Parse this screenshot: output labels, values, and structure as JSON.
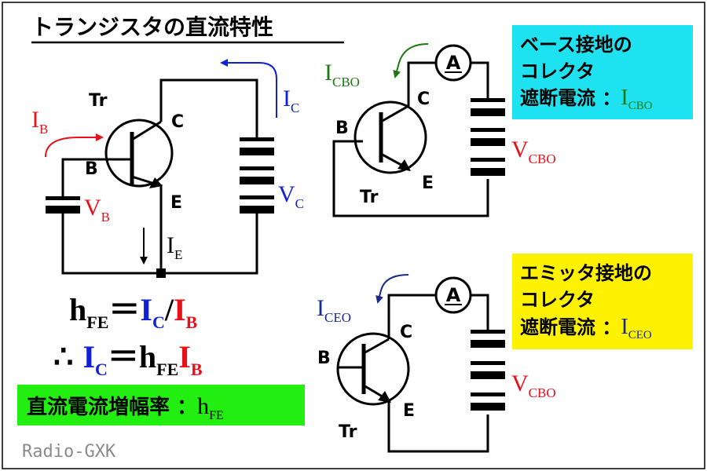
{
  "title": "トランジスタの直流特性",
  "footer": "Radio-GXK",
  "colors": {
    "red": "#e8101a",
    "blue": "#1020d8",
    "green": "#1a7a10",
    "navy": "#1a2a8a",
    "cyan_box": "#1ee2f0",
    "yellow_box": "#fff200",
    "green_box": "#22ee11"
  },
  "circuit_main": {
    "tr": "Tr",
    "c": "C",
    "b": "B",
    "e": "E",
    "ib_main": "I",
    "ib_sub": "B",
    "vb_main": "V",
    "vb_sub": "B",
    "ic_main": "I",
    "ic_sub": "C",
    "vc_main": "V",
    "vc_sub": "C",
    "ie_main": "I",
    "ie_sub": "E"
  },
  "formula": {
    "line1": {
      "h": "h",
      "fe": "FE",
      "eq": "＝",
      "i1": "I",
      "c": "C",
      "slash": "/",
      "i2": "I",
      "b": "B"
    },
    "line2": {
      "therefore": "∴",
      "i1": "I",
      "c": "C",
      "eq": "＝",
      "h": "h",
      "fe": "FE",
      "i2": "I",
      "b": "B"
    }
  },
  "green_box": {
    "label": "直流電流増幅率 ：",
    "h": "h",
    "fe": "FE"
  },
  "cbo": {
    "box_line1": "ベース接地の",
    "box_line2": "コレクタ",
    "box_line3": "遮断電流 ：",
    "box_i": "I",
    "box_sub": "CBO",
    "i_label": "I",
    "i_sub": "CBO",
    "meter": "A",
    "c": "C",
    "b": "B",
    "e": "E",
    "tr": "Tr",
    "v_main": "V",
    "v_sub": "CBO"
  },
  "ceo": {
    "box_line1": "エミッタ接地の",
    "box_line2": "コレクタ",
    "box_line3": "遮断電流 ：",
    "box_i": "I",
    "box_sub": "CEO",
    "i_label": "I",
    "i_sub": "CEO",
    "meter": "A",
    "c": "C",
    "b": "B",
    "e": "E",
    "tr": "Tr",
    "v_main": "V",
    "v_sub": "CBO"
  }
}
